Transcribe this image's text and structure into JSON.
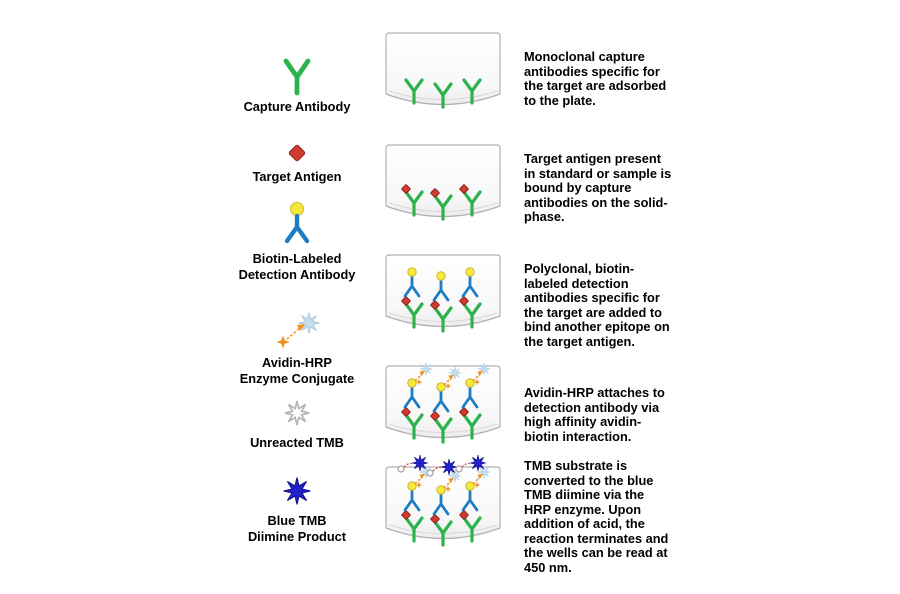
{
  "legend": {
    "items": [
      {
        "name": "capture-antibody",
        "lines": [
          "Capture Antibody"
        ]
      },
      {
        "name": "target-antigen",
        "lines": [
          "Target Antigen"
        ]
      },
      {
        "name": "biotin-labeled-detection-antibody",
        "lines": [
          "Biotin-Labeled",
          "Detection Antibody"
        ]
      },
      {
        "name": "avidin-hrp-enzyme-conjugate",
        "lines": [
          "Avidin-HRP",
          "Enzyme Conjugate"
        ]
      },
      {
        "name": "unreacted-tmb",
        "lines": [
          "Unreacted TMB"
        ]
      },
      {
        "name": "blue-tmb-diimine-product",
        "lines": [
          "Blue TMB",
          "Diimine Product"
        ]
      }
    ]
  },
  "steps": [
    {
      "text": "Monoclonal capture antibodies specific for the target are adsorbed to the plate."
    },
    {
      "text": "Target antigen present in standard or sample is bound by capture antibodies on the solid-phase."
    },
    {
      "text": "Polyclonal, biotin-labeled detection antibodies specific for the target are added to bind another epitope on the target antigen."
    },
    {
      "text": "Avidin-HRP attaches to detection antibody via high affinity avidin-biotin interaction."
    },
    {
      "text": "TMB substrate is converted to the blue TMB diimine via the HRP enzyme. Upon addition of acid, the reaction terminates and the wells can be read at 450 nm."
    }
  ],
  "colors": {
    "capture_antibody_green": "#2db34e",
    "target_antigen_red": "#d23b30",
    "detection_antibody_blue": "#1d7dc4",
    "biotin_yellow": "#f6e93d",
    "avidin_hrp_orange": "#f29022",
    "unreacted_tmb_gray": "#b5b5b5",
    "tmb_diimine_blue": "#2222cc",
    "well_border_gray": "#b0b0b0"
  }
}
